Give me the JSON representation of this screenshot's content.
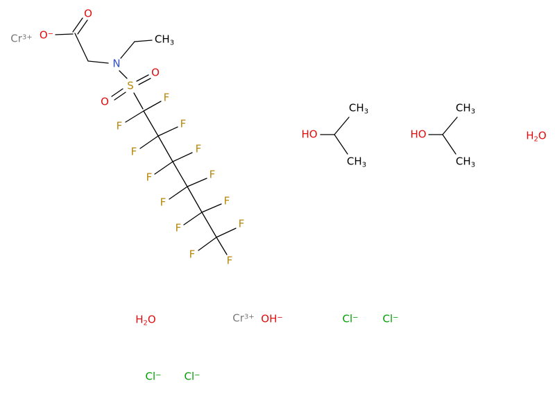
{
  "title": "chemical-structure-drawing",
  "colors": {
    "carbon_bonds": "#000000",
    "oxygen": "#e00d0d",
    "nitrogen": "#3050c8",
    "sulfur_fluorine": "#b8860b",
    "chlorine": "#00a000",
    "chromium": "#7a7a7a",
    "background": "#ffffff"
  },
  "labels": {
    "cr": {
      "main": "Cr",
      "sup": "3+"
    },
    "o_minus": {
      "main": "O",
      "sup": "−"
    },
    "o": "O",
    "n": "N",
    "s": "S",
    "f": "F",
    "ch3": {
      "main": "CH",
      "sub": "3"
    },
    "ho": "HO",
    "h2o": {
      "pre": "H",
      "sub": "2",
      "post": "O"
    },
    "oh": {
      "main": "OH",
      "sup": "−"
    },
    "cl": {
      "main": "Cl",
      "sup": "−"
    }
  }
}
